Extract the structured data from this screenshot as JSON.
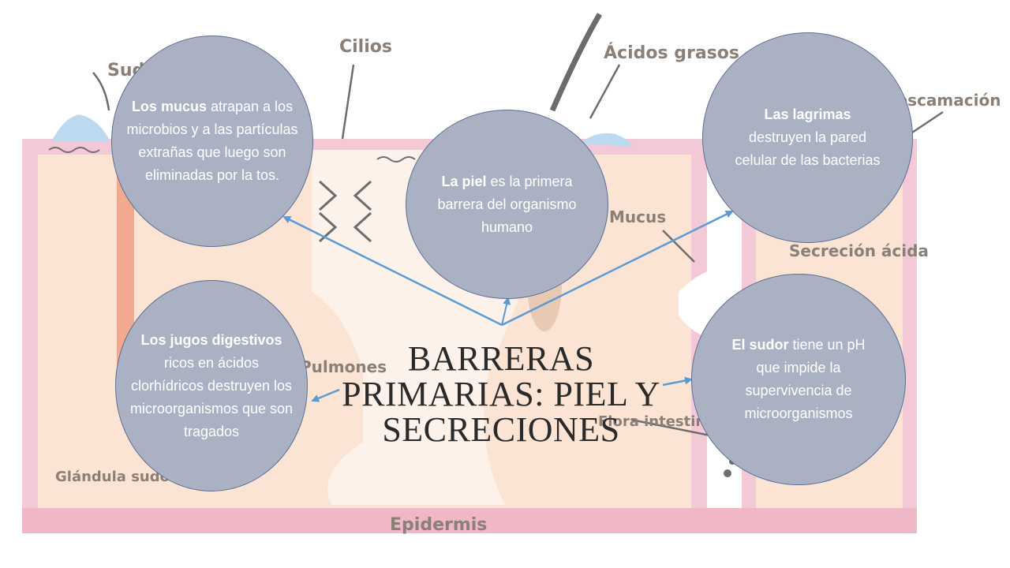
{
  "colors": {
    "circle_fill": "#a9b1c2",
    "circle_border": "#5b6e94",
    "circle_text": "#ffffff",
    "arrow": "#5b9bd5",
    "skin_pink": "#f4c9d6",
    "tissue": "#fbe4d4"
  },
  "title": "BARRERAS PRIMARIAS: PIEL Y SECRECIONES",
  "background_labels": {
    "cilios": "Cilios",
    "acidos_grasos": "Ácidos grasos",
    "sudor": "Sudor",
    "descamacion": "Descamación",
    "mucus": "Mucus",
    "secrecion_acida": "Secreción ácida",
    "pulmones": "Pulmones",
    "flora_intestinal": "Flora intestinal",
    "glandula_sudoripara": "Glándula sudorípara",
    "epidermis": "Epidermis"
  },
  "circles": {
    "mucus": {
      "bold": "Los mucus",
      "text": " atrapan a los microbios y a las partículas extrañas que luego son eliminadas por la tos."
    },
    "piel": {
      "bold": "La piel",
      "text": " es la primera barrera del organismo humano"
    },
    "lagrimas": {
      "bold": "Las lagrimas",
      "text": " destruyen la pared celular de las bacterias"
    },
    "jugos": {
      "bold": "Los jugos digestivos",
      "text": " ricos en ácidos clorhídricos destruyen los microorganismos que son tragados"
    },
    "sudor": {
      "bold": "El sudor",
      "text": "  tiene un pH que impide la supervivencia de microorganismos"
    }
  }
}
